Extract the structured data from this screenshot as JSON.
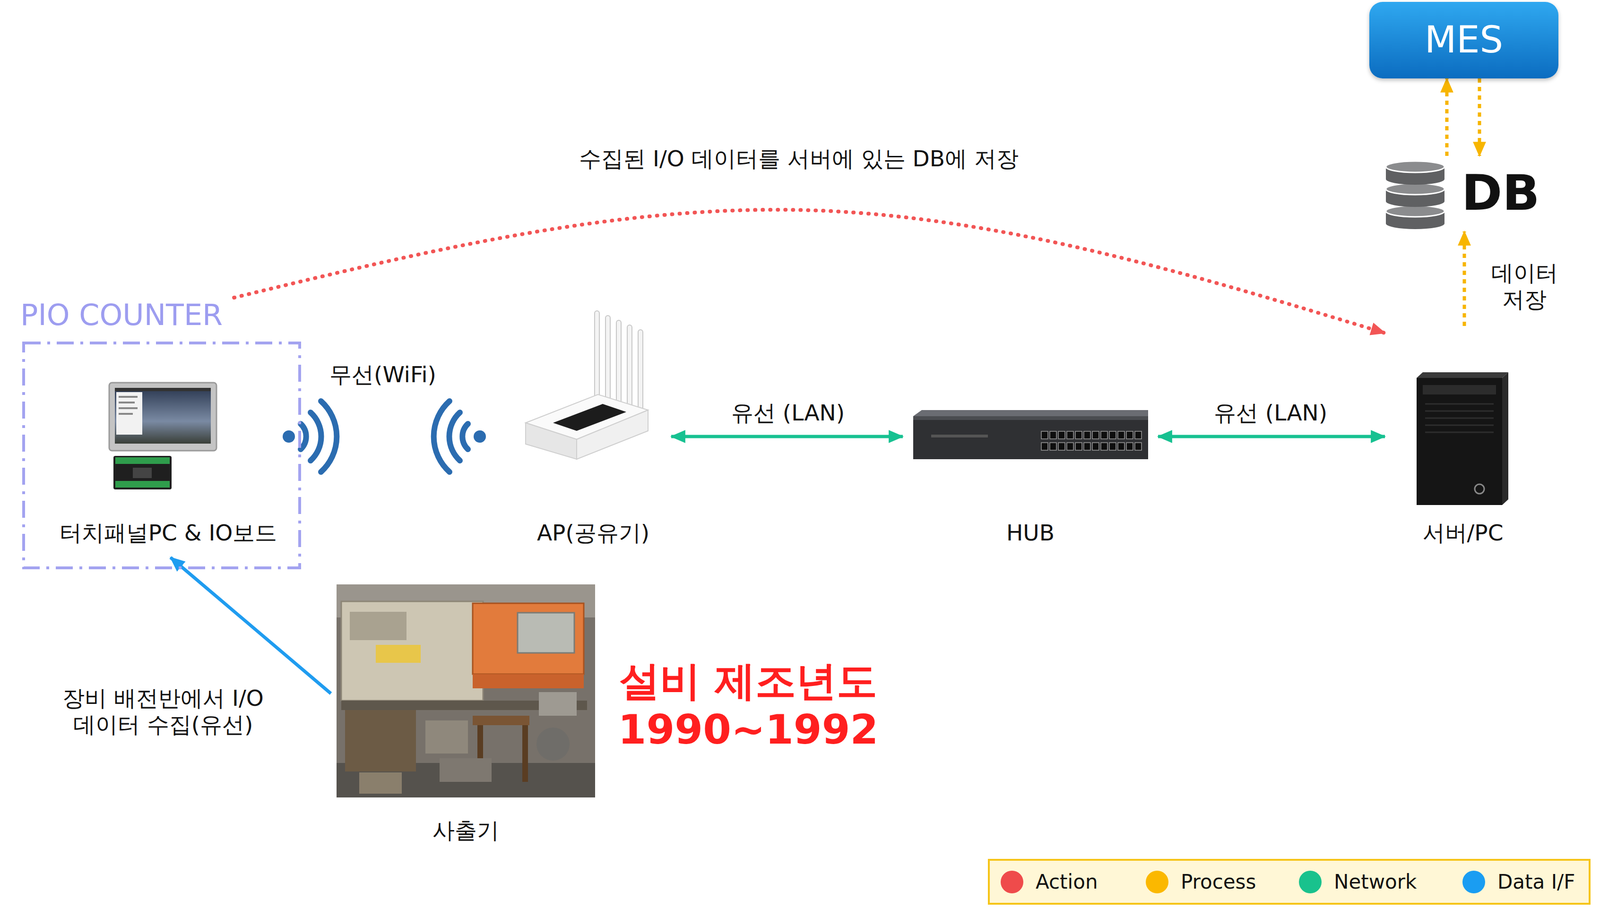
{
  "diagram": {
    "nodes": [
      {
        "text": [
          "MES"
        ]
      },
      {
        "text": [
          "DB"
        ]
      },
      {
        "text": [
          "PIO COUNTER"
        ]
      },
      {
        "text": [
          "터치패널PC & IO보드"
        ],
        "in": 2
      },
      {
        "text": [
          "AP(공유기)"
        ]
      },
      {
        "text": [
          "HUB"
        ]
      },
      {
        "text": [
          "서버/PC"
        ]
      },
      {
        "text": [
          "사출기"
        ]
      }
    ],
    "edges": [
      {
        "from": 2,
        "to": 6,
        "arrow": "to",
        "label": "수집된 I/O 데이터를 서버에 있는 DB에 저장"
      },
      {
        "from": 4,
        "to": 5,
        "arrow": "both",
        "label": "유선 (LAN)"
      },
      {
        "from": 5,
        "to": 6,
        "arrow": "both",
        "label": "유선 (LAN)"
      },
      {
        "from": 6,
        "to": 1,
        "arrow": "to",
        "label": "데이터 저장"
      },
      {
        "from": 1,
        "to": 0,
        "arrow": "to"
      },
      {
        "from": 0,
        "to": 1,
        "arrow": "to"
      },
      {
        "from": 7,
        "to": 3,
        "arrow": "to",
        "label": "장비 배전반에서 I/O 데이터 수집(유선)"
      }
    ],
    "labels": [
      "무선(WiFi)",
      "설비 제조년도 1990~1992"
    ],
    "legend": [
      {
        "text": "Action",
        "color": "#ef4b4b"
      },
      {
        "text": "Process",
        "color": "#fbb800"
      },
      {
        "text": "Network",
        "color": "#19c28d"
      },
      {
        "text": "Data I/F",
        "color": "#1a9df2"
      }
    ]
  }
}
